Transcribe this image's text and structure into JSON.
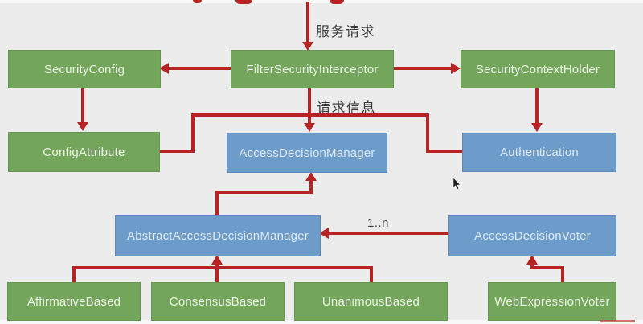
{
  "diagram": {
    "title_note": "cropped red handwritten title at top edge (only stroke tips visible)",
    "background_color": "#ececec",
    "colors": {
      "green_box": "#73a65b",
      "blue_box": "#6d9bca",
      "arrow": "#b62322",
      "box_text": "#eef3ea",
      "label_text": "#3a3a3a"
    },
    "nodes": {
      "securityConfig": {
        "label": "SecurityConfig",
        "color": "green"
      },
      "filterSecurityInterceptor": {
        "label": "FilterSecurityInterceptor",
        "color": "green"
      },
      "securityContextHolder": {
        "label": "SecurityContextHolder",
        "color": "green"
      },
      "configAttribute": {
        "label": "ConfigAttribute",
        "color": "green"
      },
      "accessDecisionManager": {
        "label": "AccessDecisionManager",
        "color": "blue"
      },
      "authentication": {
        "label": "Authentication",
        "color": "blue"
      },
      "abstractAccessDecisionManager": {
        "label": "AbstractAccessDecisionManager",
        "color": "blue"
      },
      "accessDecisionVoter": {
        "label": "AccessDecisionVoter",
        "color": "blue"
      },
      "affirmativeBased": {
        "label": "AffirmativeBased",
        "color": "green"
      },
      "consensusBased": {
        "label": "ConsensusBased",
        "color": "green"
      },
      "unanimousBased": {
        "label": "UnanimousBased",
        "color": "green"
      },
      "webExpressionVoter": {
        "label": "WebExpressionVoter",
        "color": "green"
      }
    },
    "edge_labels": {
      "service_request": "服务请求",
      "request_info": "请求信息",
      "voter_multiplicity": "1..n"
    },
    "edges": [
      {
        "from": "client(top)",
        "to": "filterSecurityInterceptor",
        "label": "服务请求"
      },
      {
        "from": "filterSecurityInterceptor",
        "to": "securityConfig"
      },
      {
        "from": "filterSecurityInterceptor",
        "to": "securityContextHolder"
      },
      {
        "from": "securityConfig",
        "to": "configAttribute"
      },
      {
        "from": "securityContextHolder",
        "to": "authentication"
      },
      {
        "from": "filterSecurityInterceptor",
        "to": "accessDecisionManager",
        "label": "请求信息"
      },
      {
        "from": "configAttribute",
        "to": "accessDecisionManager"
      },
      {
        "from": "authentication",
        "to": "accessDecisionManager"
      },
      {
        "from": "abstractAccessDecisionManager",
        "to": "accessDecisionManager"
      },
      {
        "from": "accessDecisionVoter",
        "to": "abstractAccessDecisionManager",
        "label": "1..n"
      },
      {
        "from": "affirmativeBased",
        "to": "abstractAccessDecisionManager"
      },
      {
        "from": "consensusBased",
        "to": "abstractAccessDecisionManager"
      },
      {
        "from": "unanimousBased",
        "to": "abstractAccessDecisionManager"
      },
      {
        "from": "webExpressionVoter",
        "to": "accessDecisionVoter"
      }
    ]
  }
}
